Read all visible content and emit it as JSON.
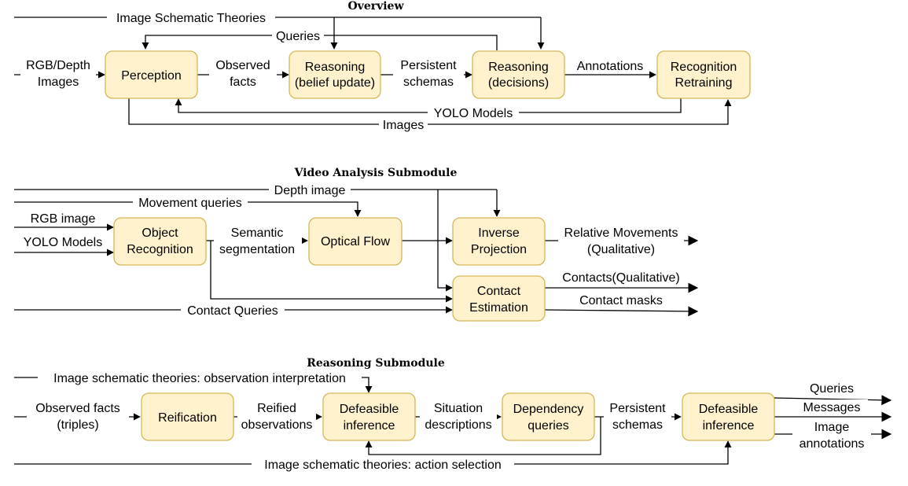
{
  "sections": {
    "overview": {
      "title": "Overview",
      "boxes": {
        "perception": [
          "Perception"
        ],
        "reasoning_belief": [
          "Reasoning",
          "(belief update)"
        ],
        "reasoning_decisions": [
          "Reasoning",
          "(decisions)"
        ],
        "recognition": [
          "Recognition",
          "Retraining"
        ]
      },
      "labels": {
        "image_schematic_theories": "Image Schematic Theories",
        "queries": "Queries",
        "rgb_depth": [
          "RGB/Depth",
          "Images"
        ],
        "observed_facts": [
          "Observed",
          "facts"
        ],
        "persistent_schemas": [
          "Persistent",
          "schemas"
        ],
        "annotations": "Annotations",
        "yolo_models": "YOLO Models",
        "images": "Images"
      }
    },
    "video": {
      "title": "Video Analysis Submodule",
      "boxes": {
        "object_recognition": [
          "Object",
          "Recognition"
        ],
        "optical_flow": [
          "Optical Flow"
        ],
        "inverse_projection": [
          "Inverse",
          "Projection"
        ],
        "contact_estimation": [
          "Contact",
          "Estimation"
        ]
      },
      "labels": {
        "depth_image": "Depth image",
        "movement_queries": "Movement queries",
        "rgb_image": "RGB image",
        "yolo_models": "YOLO Models",
        "semantic_segmentation": [
          "Semantic",
          "segmentation"
        ],
        "relative_movements": [
          "Relative Movements",
          "(Qualitative)"
        ],
        "contacts": "Contacts(Qualitative)",
        "contact_masks": "Contact masks",
        "contact_queries": "Contact Queries"
      }
    },
    "reasoning": {
      "title": "Reasoning Submodule",
      "boxes": {
        "reification": [
          "Reification"
        ],
        "defeasible1": [
          "Defeasible",
          "inference"
        ],
        "dependency": [
          "Dependency",
          "queries"
        ],
        "defeasible2": [
          "Defeasible",
          "inference"
        ]
      },
      "labels": {
        "ist_observation": "Image schematic theories: observation interpretation",
        "observed_facts": [
          "Observed facts",
          "(triples)"
        ],
        "reified_observations": [
          "Reified",
          "observations"
        ],
        "situation_descriptions": [
          "Situation",
          "descriptions"
        ],
        "persistent_schemas": [
          "Persistent",
          "schemas"
        ],
        "queries": "Queries",
        "messages": "Messages",
        "image_annotations": [
          "Image",
          "annotations"
        ],
        "ist_action": "Image schematic theories: action selection"
      }
    }
  }
}
